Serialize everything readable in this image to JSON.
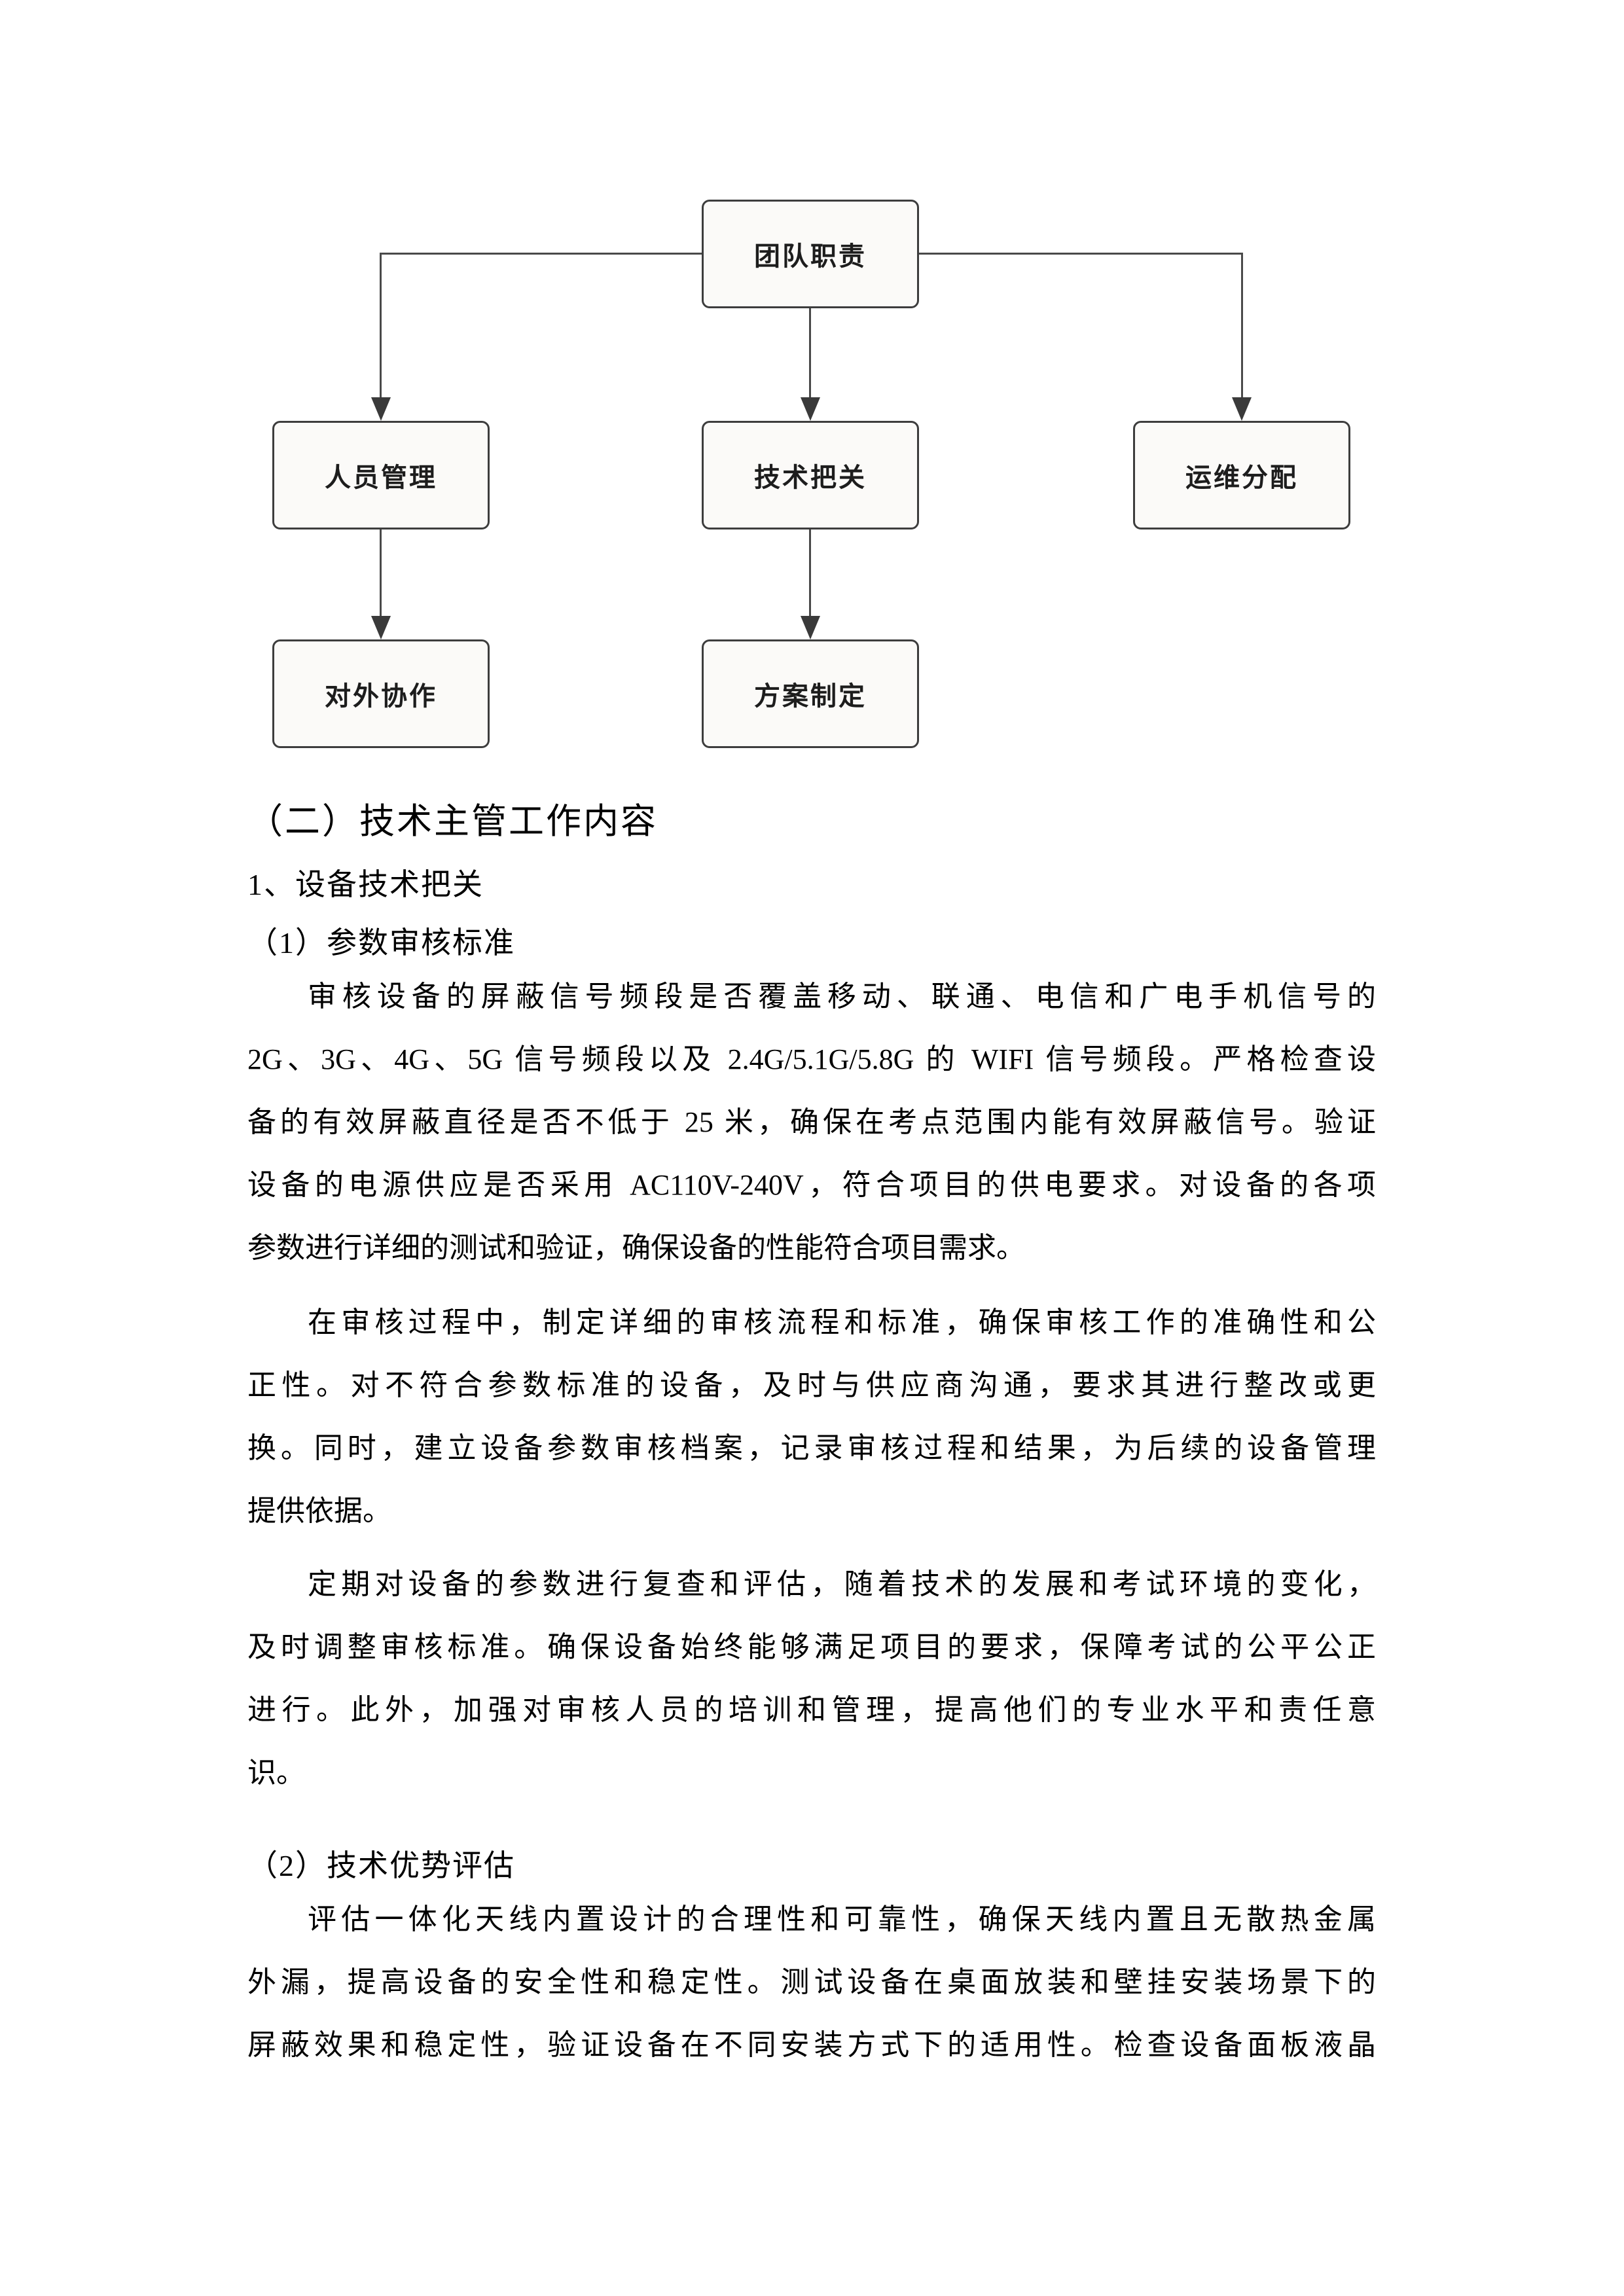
{
  "flowchart": {
    "root_label": "团队职责",
    "level2": [
      "人员管理",
      "技术把关",
      "运维分配"
    ],
    "level3": [
      "对外协作",
      "方案制定"
    ],
    "box_fill": "#fbfaf8",
    "box_border": "#3d3d3d",
    "connector_color": "#4a4a4a"
  },
  "content": {
    "heading": "（二）技术主管工作内容",
    "sub1": "1、设备技术把关",
    "sub2": "（1）参数审核标准",
    "para1": {
      "lines": [
        "审核设备的屏蔽信号频段是否覆盖移动、联通、电信和广电手机信号的",
        "2G、3G、4G、5G 信号频段以及 2.4G/5.1G/5.8G 的 WIFI 信号频段。严格检查设",
        "备的有效屏蔽直径是否不低于 25 米，确保在考点范围内能有效屏蔽信号。验证",
        "设备的电源供应是否采用 AC110V-240V，符合项目的供电要求。对设备的各项",
        "参数进行详细的测试和验证，确保设备的性能符合项目需求。"
      ]
    },
    "para2": {
      "lines": [
        "在审核过程中，制定详细的审核流程和标准，确保审核工作的准确性和公",
        "正性。对不符合参数标准的设备，及时与供应商沟通，要求其进行整改或更",
        "换。同时，建立设备参数审核档案，记录审核过程和结果，为后续的设备管理",
        "提供依据。"
      ]
    },
    "para3": {
      "lines": [
        "定期对设备的参数进行复查和评估，随着技术的发展和考试环境的变化，",
        "及时调整审核标准。确保设备始终能够满足项目的要求，保障考试的公平公正",
        "进行。此外，加强对审核人员的培训和管理，提高他们的专业水平和责任意",
        "识。"
      ]
    },
    "sub3": "（2）技术优势评估",
    "para4": {
      "lines": [
        "评估一体化天线内置设计的合理性和可靠性，确保天线内置且无散热金属",
        "外漏，提高设备的安全性和稳定性。测试设备在桌面放装和壁挂安装场景下的",
        "屏蔽效果和稳定性，验证设备在不同安装方式下的适用性。检查设备面板液晶"
      ]
    }
  }
}
